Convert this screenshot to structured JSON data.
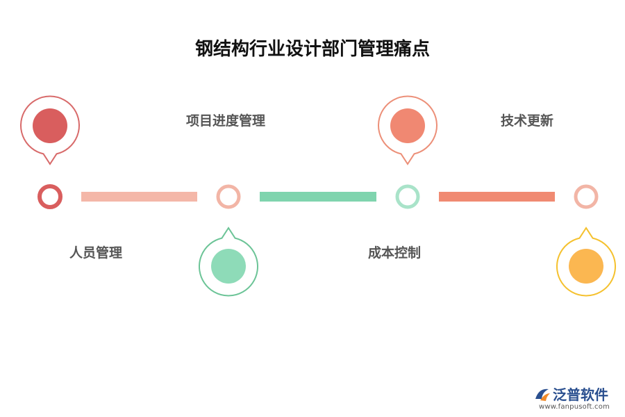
{
  "title": "钢结构行业设计部门管理痛点",
  "items": [
    {
      "label": "人员管理",
      "color": "#d95e5e"
    },
    {
      "label": "项目进度管理",
      "color": "#7fd4ae"
    },
    {
      "label": "成本控制",
      "color": "#f08872"
    },
    {
      "label": "技术更新",
      "color": "#fbb751"
    }
  ],
  "colors": {
    "ring_pink": "#f2b5a6",
    "ring_green": "#a9e3c9",
    "bar_pink": "#f4b7a8",
    "bar_green": "#7fd4ae",
    "bar_orange": "#f08a72",
    "pin_red": "#d86a6a",
    "pin_green": "#6cc497",
    "pin_orange": "#ec8f78",
    "pin_yellow": "#f5c12e"
  },
  "brand": {
    "name": "泛普软件",
    "url": "www.fanpusoft.com",
    "icon": "fanpu-logo-icon"
  }
}
